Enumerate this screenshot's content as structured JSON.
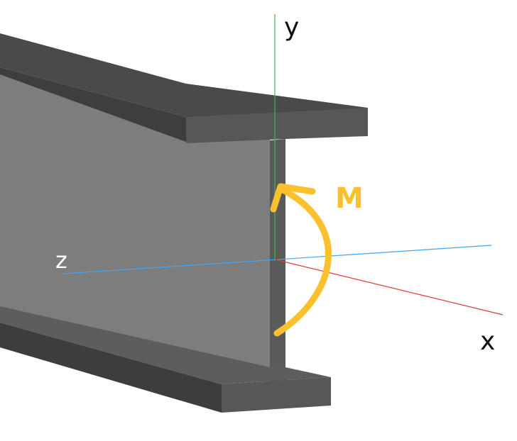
{
  "labels": {
    "y_axis": "y",
    "x_axis": "x",
    "z_axis": "z",
    "moment": "M"
  },
  "colors": {
    "background": "#ffffff",
    "beam_top_flange": "#4d4d4d",
    "beam_flange_front": "#575757",
    "beam_web_side": "#7d7d7d",
    "beam_web_edge": "#5a5a5a",
    "beam_dark": "#333333",
    "y_axis": "#4caf50",
    "x_axis": "#e53935",
    "z_axis": "#42a5f5",
    "moment": "#fbc02d",
    "label_text": "#111111",
    "z_label_text": "#ffffff"
  }
}
